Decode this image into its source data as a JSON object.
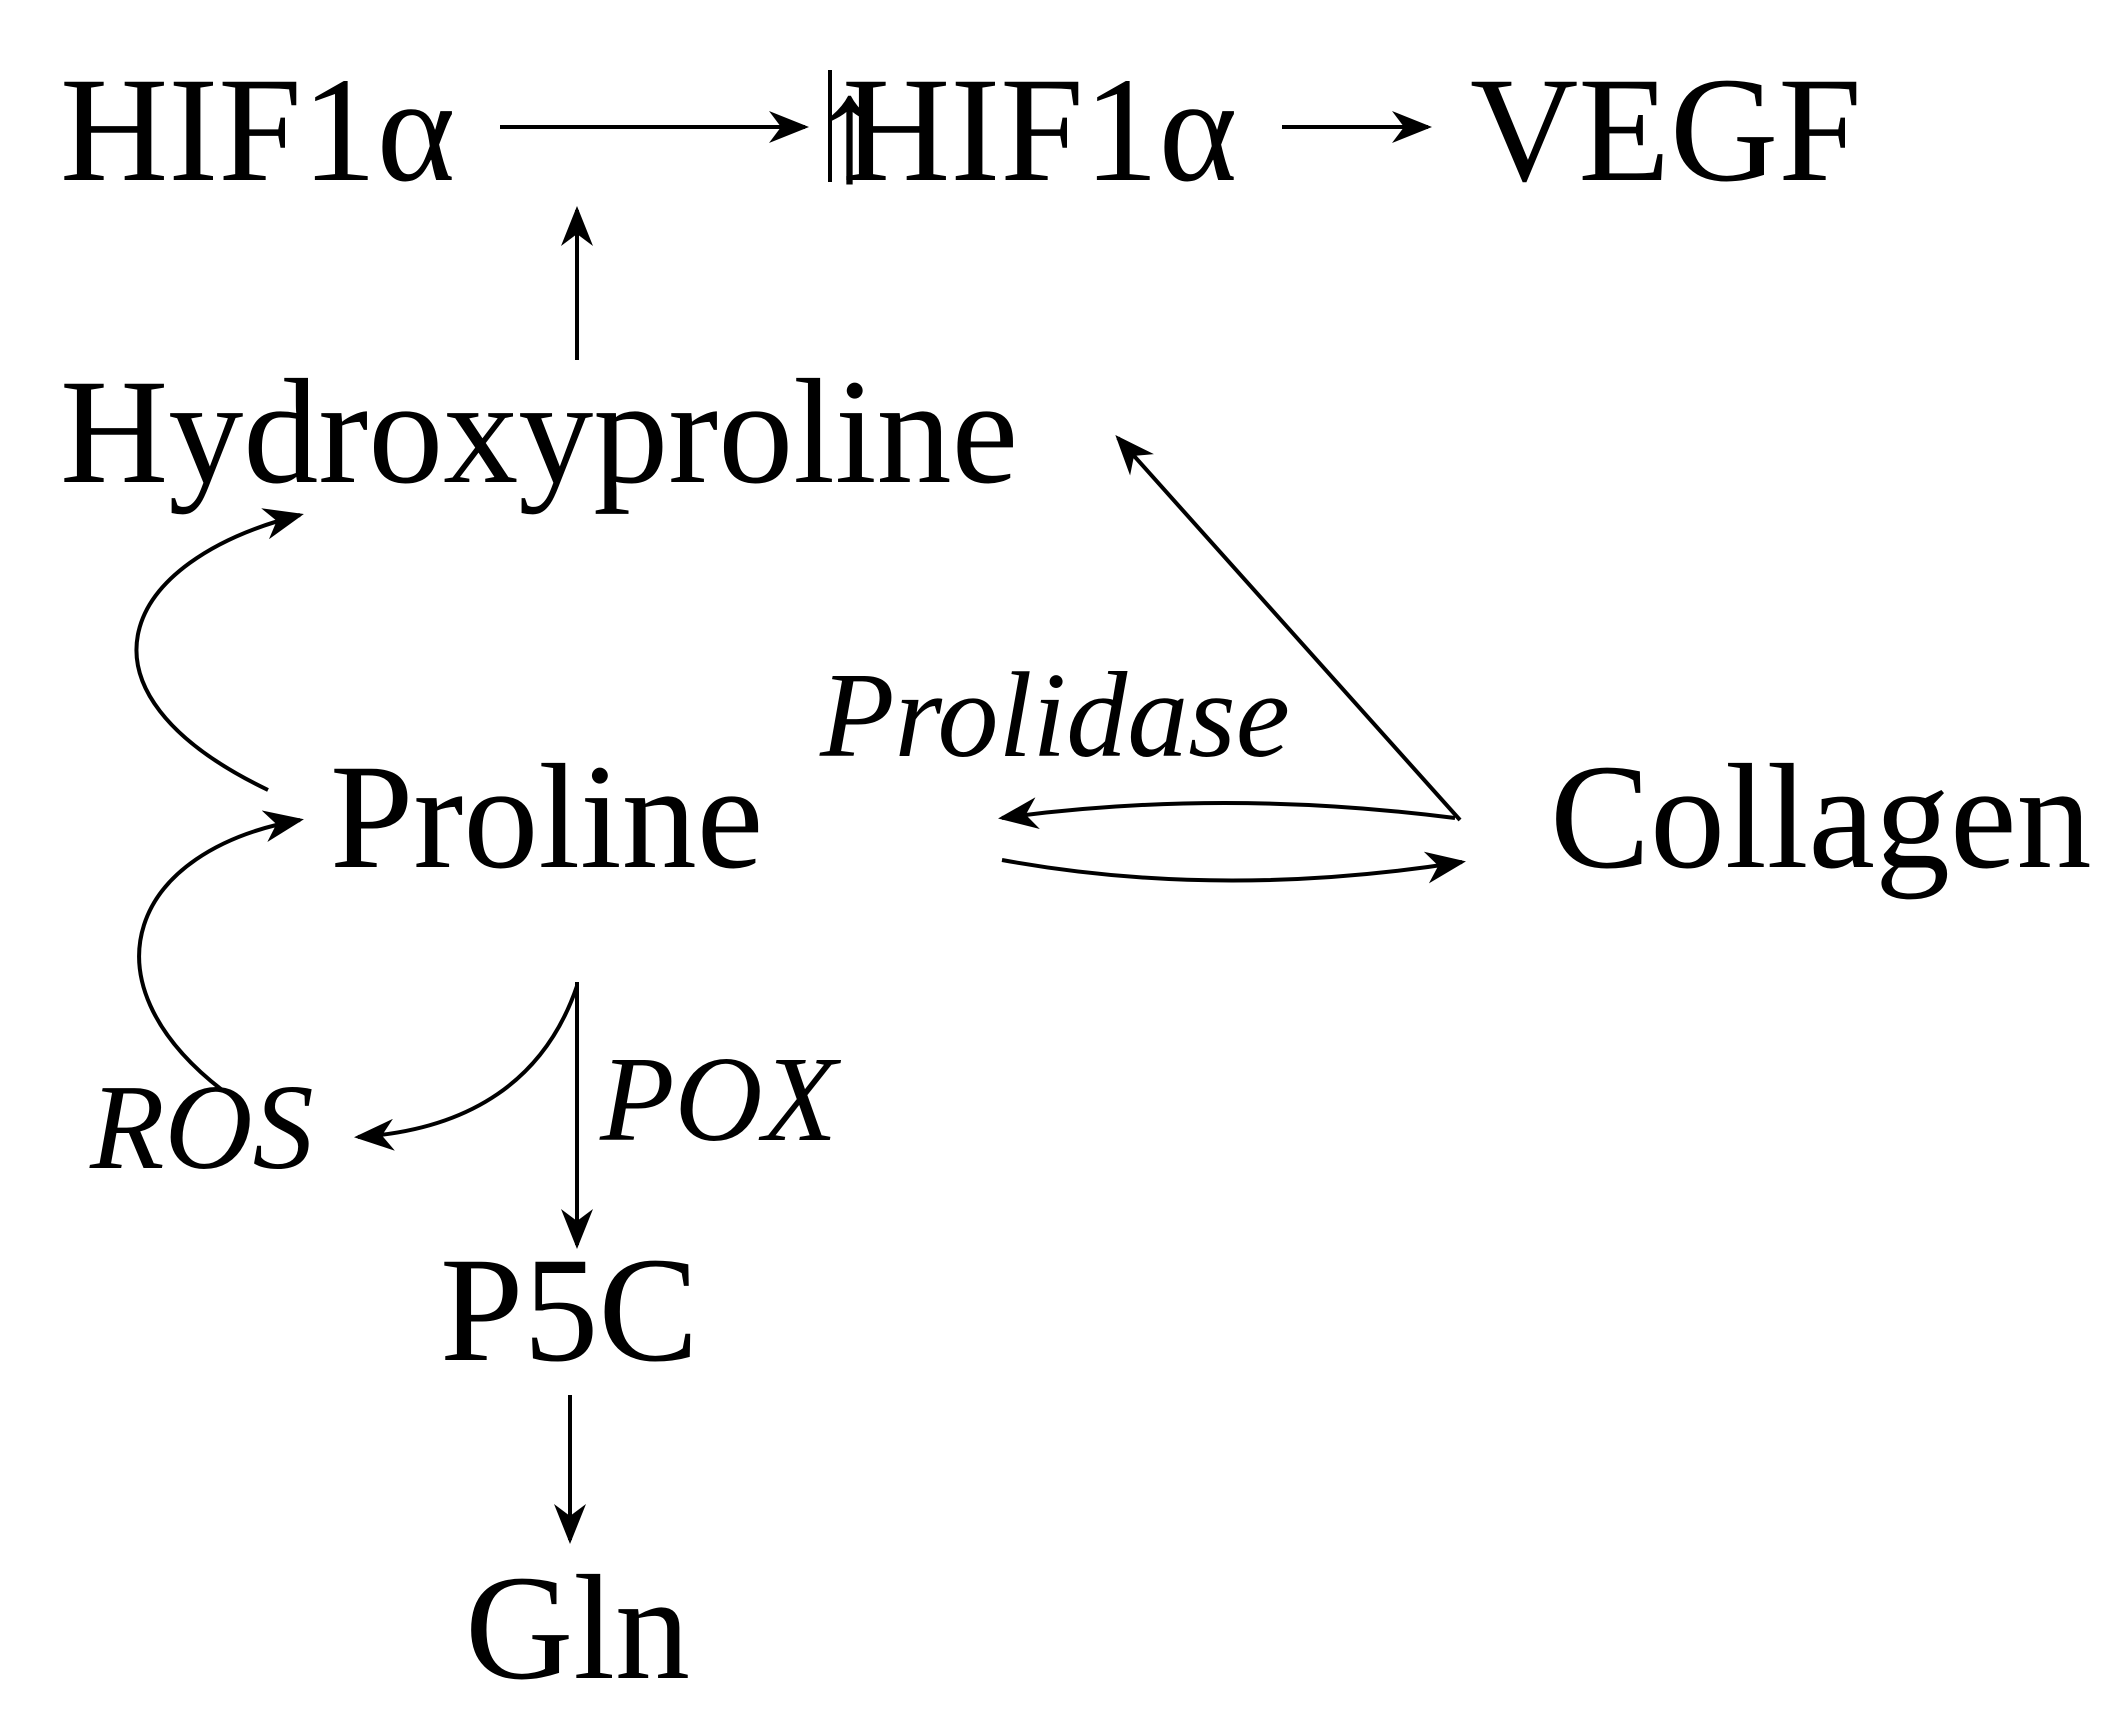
{
  "diagram": {
    "nodes": {
      "hif1a_left": "HIF1α",
      "hif1a_up": "HIF1α",
      "up_arrow_mark": "↑",
      "vegf": "VEGF",
      "hydroxyproline": "Hydroxyproline",
      "proline": "Proline",
      "collagen": "Collagen",
      "p5c": "P5C",
      "gln": "Gln"
    },
    "edge_labels": {
      "prolidase": "Prolidase",
      "pox": "POX",
      "ros": "ROS"
    },
    "edges": [
      {
        "from": "HIF1α",
        "to": "↑HIF1α"
      },
      {
        "from": "↑HIF1α",
        "to": "VEGF"
      },
      {
        "from": "Hydroxyproline",
        "to": "HIF1α → ↑HIF1α"
      },
      {
        "from": "Proline",
        "to": "Hydroxyproline"
      },
      {
        "from": "ROS",
        "to": "Proline"
      },
      {
        "from": "Collagen",
        "to": "Hydroxyproline"
      },
      {
        "from": "Collagen",
        "to": "Proline",
        "label": "Prolidase"
      },
      {
        "from": "Proline",
        "to": "Collagen"
      },
      {
        "from": "Proline",
        "to": "P5C",
        "label": "POX"
      },
      {
        "from": "Proline",
        "to": "ROS"
      },
      {
        "from": "P5C",
        "to": "Gln"
      }
    ]
  }
}
